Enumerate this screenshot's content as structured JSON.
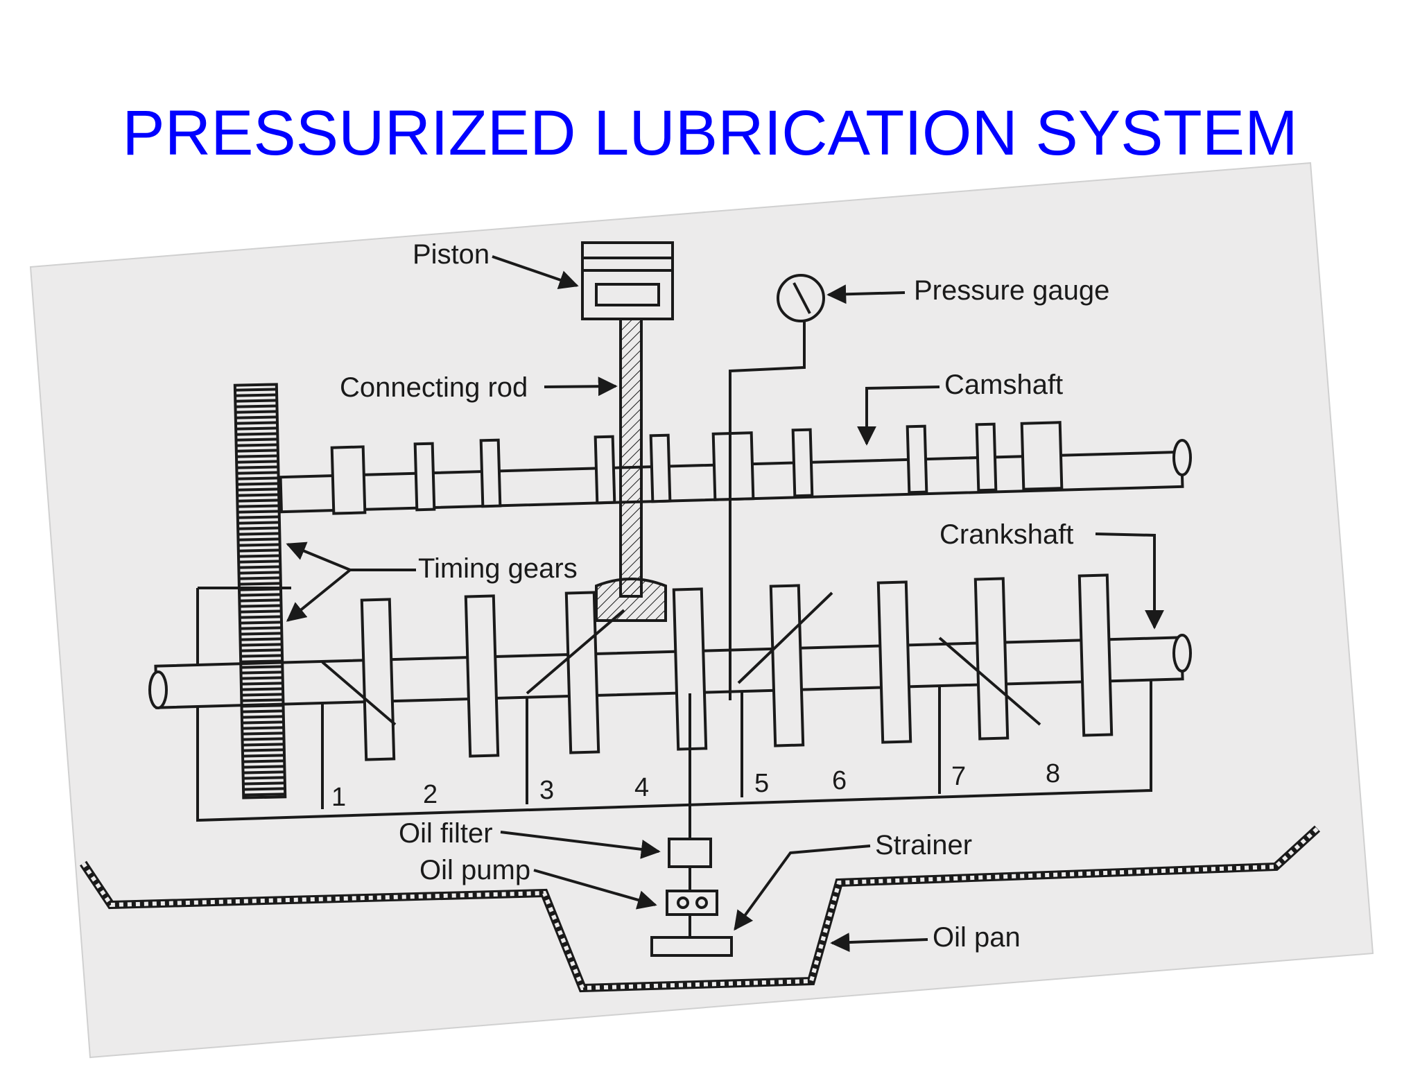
{
  "title": "PRESSURIZED LUBRICATION SYSTEM",
  "labels": {
    "piston": "Piston",
    "pressure_gauge": "Pressure gauge",
    "connecting_rod": "Connecting rod",
    "camshaft": "Camshaft",
    "crankshaft": "Crankshaft",
    "timing_gears": "Timing gears",
    "oil_filter": "Oil filter",
    "oil_pump": "Oil pump",
    "strainer": "Strainer",
    "oil_pan": "Oil pan"
  },
  "bearing_numbers": [
    "1",
    "2",
    "3",
    "4",
    "5",
    "6",
    "7",
    "8"
  ]
}
